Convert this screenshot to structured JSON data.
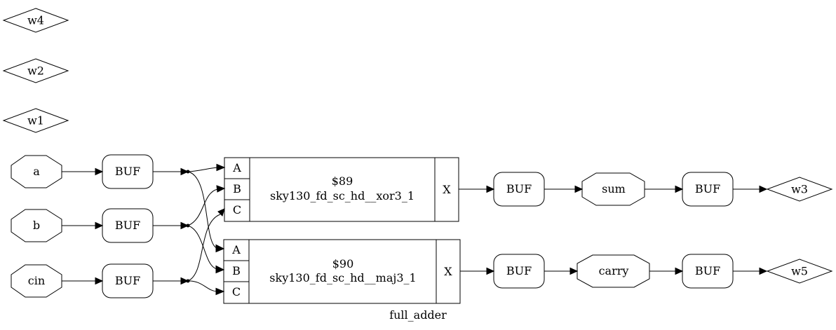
{
  "module": {
    "name": "full_adder"
  },
  "wires": {
    "w1": "w1",
    "w2": "w2",
    "w3": "w3",
    "w4": "w4",
    "w5": "w5"
  },
  "inputs": {
    "a": "a",
    "b": "b",
    "cin": "cin"
  },
  "outputs": {
    "sum": "sum",
    "carry": "carry"
  },
  "buffers": {
    "a": "BUF",
    "b": "BUF",
    "cin": "BUF",
    "xor_out": "BUF",
    "maj_out": "BUF",
    "sum_out": "BUF",
    "carry_out": "BUF"
  },
  "cells": {
    "xor": {
      "id": "$89",
      "type": "sky130_fd_sc_hd__xor3_1",
      "ports": {
        "a": "A",
        "b": "B",
        "c": "C",
        "x": "X"
      }
    },
    "maj": {
      "id": "$90",
      "type": "sky130_fd_sc_hd__maj3_1",
      "ports": {
        "a": "A",
        "b": "B",
        "c": "C",
        "x": "X"
      }
    }
  }
}
